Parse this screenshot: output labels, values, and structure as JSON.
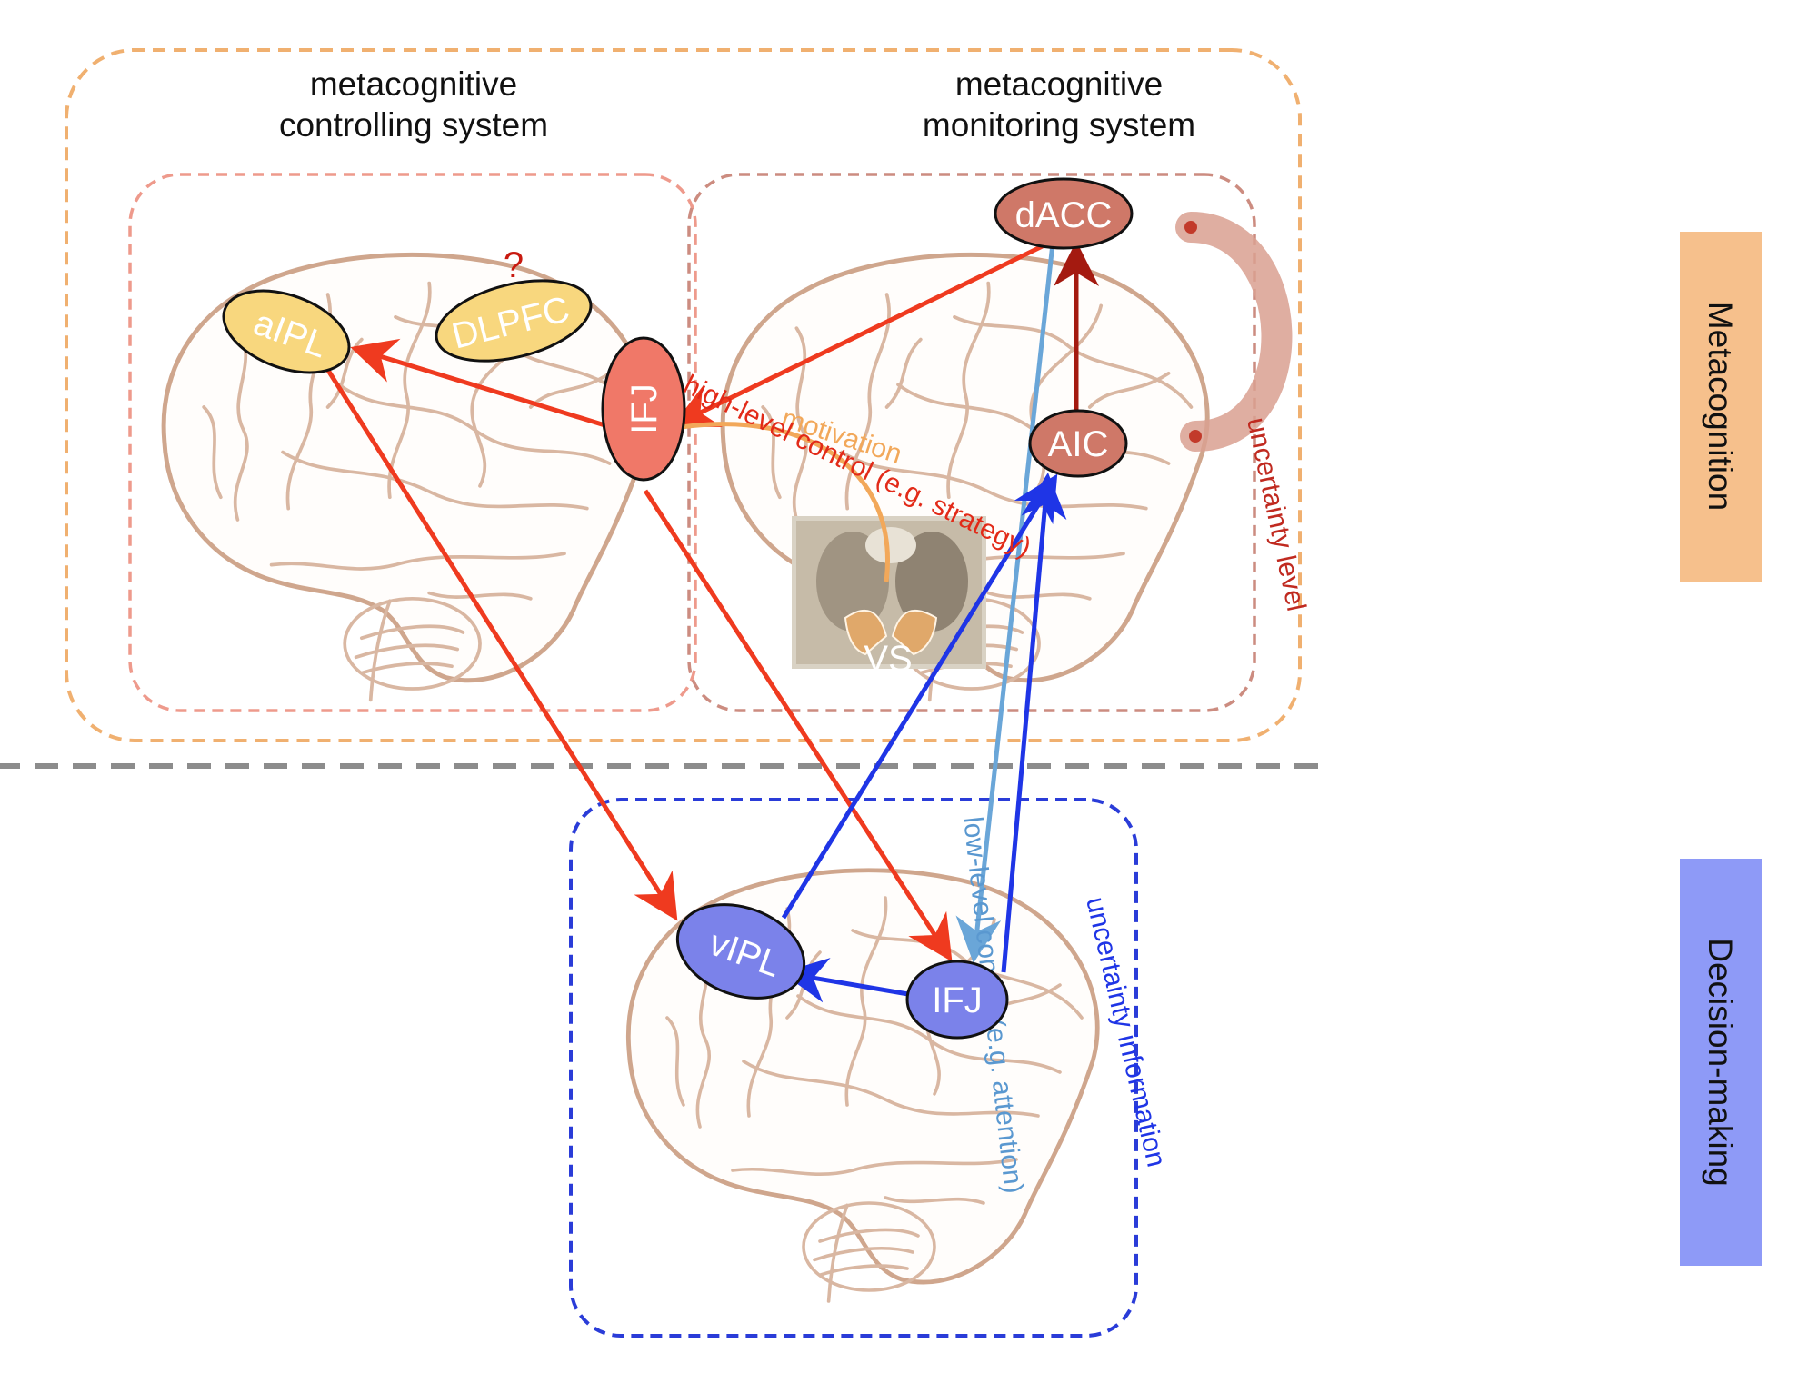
{
  "groups": {
    "metacognition_label": "Metacognition",
    "decision_label": "Decision-making",
    "controlling_title_line1": "metacognitive",
    "controlling_title_line2": "controlling system",
    "monitoring_title_line1": "metacognitive",
    "monitoring_title_line2": "monitoring system"
  },
  "regions": {
    "aIPL": "aIPL",
    "DLPFC": "DLPFC",
    "DLPFC_query": "?",
    "IFJ_top": "IFJ",
    "dACC": "dACC",
    "AIC": "AIC",
    "vIPL": "vIPL",
    "IFJ_bottom": "IFJ",
    "VS": "VS"
  },
  "connections": {
    "high_level": "high-level control (e.g. strategy)",
    "low_level": "low-level control (e.g. attention)",
    "uncertainty_info": "uncertainty information",
    "uncertainty_level": "uncertainty level",
    "motivation": "motivation"
  },
  "colors": {
    "metacognition_box": "#f0b070",
    "decision_box": "#2a3cd8",
    "control_red": "#ef3a1f",
    "dark_red": "#a41a10",
    "blue": "#1f35e6",
    "light_blue": "#6aa6d8",
    "yellow_region": "#f8d77e",
    "salmon_region": "#f07868",
    "rust_region": "#cf7868",
    "violet_region": "#7b82ea",
    "side_orange": "#f6c08c",
    "side_blue": "#8e9af7"
  }
}
